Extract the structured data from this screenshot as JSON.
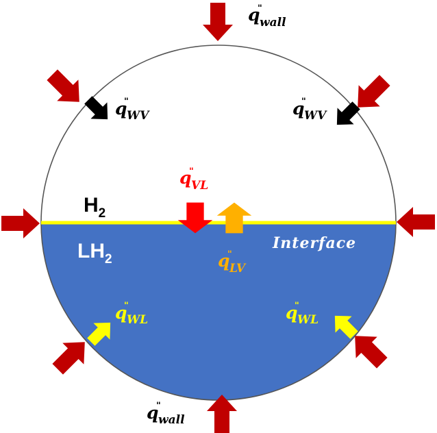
{
  "colors": {
    "liquid": "#4472c4",
    "interface_line": "#ffff00",
    "outline": "#555555",
    "wall_arrow": "#c00000",
    "wv_arrow": "#000000",
    "wl_arrow": "#ffff00",
    "vl_arrow": "#ff0000",
    "lv_arrow": "#ffb000"
  },
  "labels": {
    "vapor_phase": {
      "main": "H",
      "sub": "2"
    },
    "liquid_phase": {
      "main": "LH",
      "sub": "2"
    },
    "interface": "Interface"
  },
  "fluxes": {
    "q_symbol": "q",
    "flux_mark": "\"",
    "wall_top": "wall",
    "wall_bottom": "wall",
    "wv_left": "WV",
    "wv_right": "WV",
    "vl": "VL",
    "lv": "LV",
    "wl_left": "WL",
    "wl_right": "WL"
  },
  "icons": {
    "wall_arrow": "arrow-icon",
    "heat_flux_arrow": "arrow-icon"
  }
}
